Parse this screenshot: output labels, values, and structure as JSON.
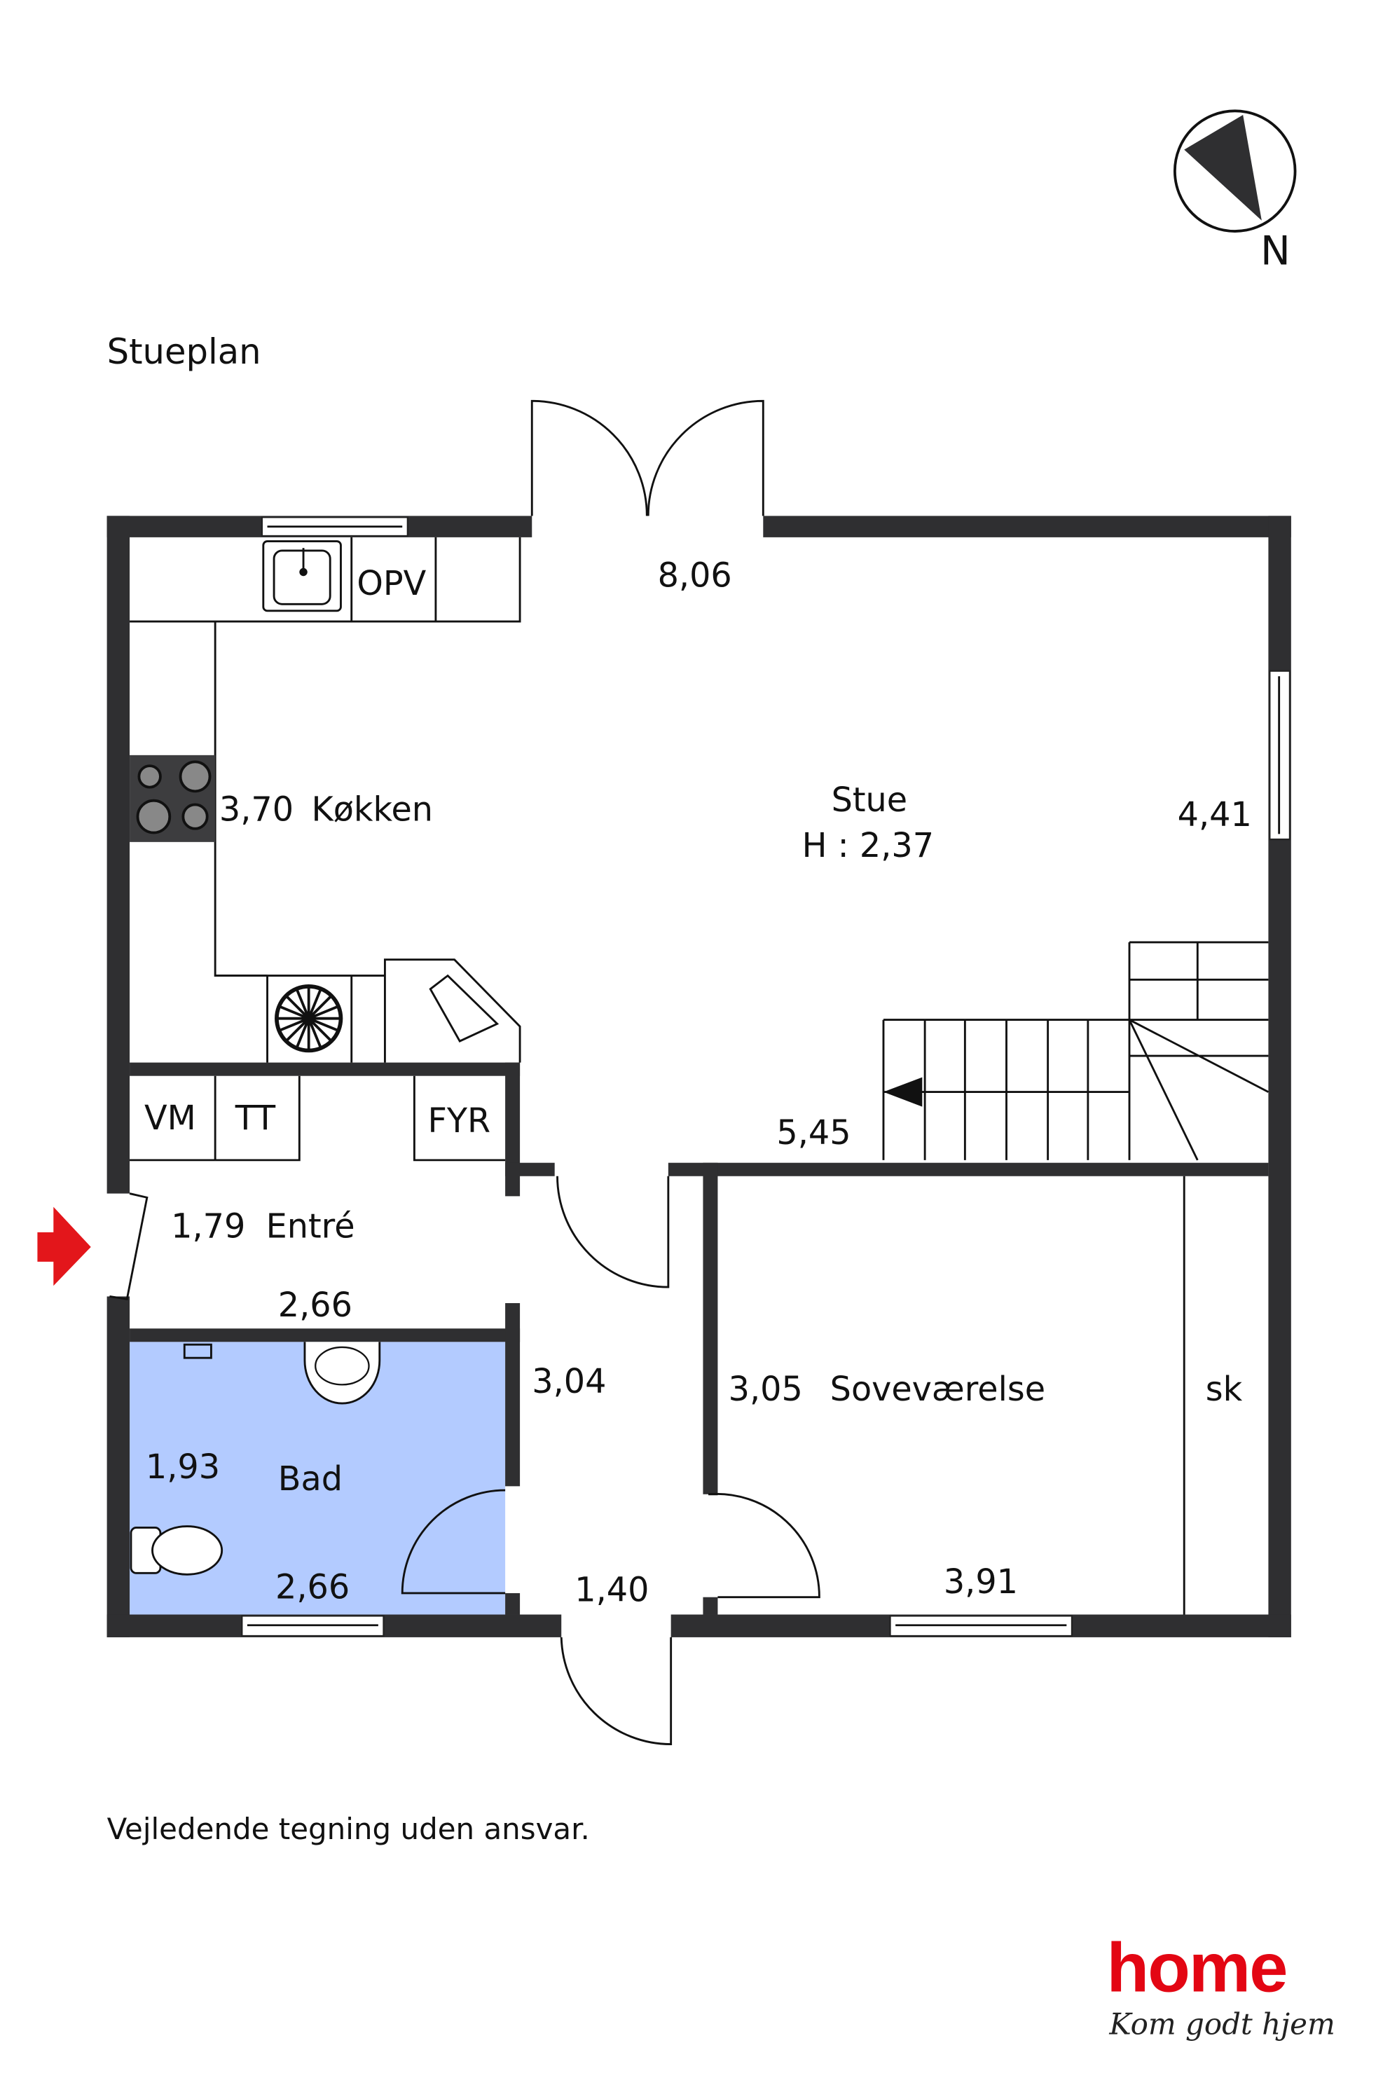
{
  "title": "Stueplan",
  "disclaimer": "Vejledende tegning uden ansvar.",
  "compass": {
    "label": "N"
  },
  "colors": {
    "wall": "#2f2f31",
    "bathroom": "#b3cbff",
    "entry_arrow": "#e3161b",
    "brand": "#e30613"
  },
  "rooms": {
    "kitchen": {
      "name": "Køkken",
      "dim": "3,70",
      "fixtures": {
        "dishwasher": "OPV"
      }
    },
    "living": {
      "name": "Stue",
      "height": "H : 2,37",
      "dim_top": "8,06",
      "dim_right": "4,41",
      "dim_bottom": "5,45"
    },
    "utility": {
      "washer": "VM",
      "dryer": "TT",
      "furnace": "FYR"
    },
    "entry": {
      "name": "Entré",
      "dim_side": "1,79",
      "dim_bottom": "2,66"
    },
    "bath": {
      "name": "Bad",
      "dim_side": "1,93",
      "dim_bottom": "2,66"
    },
    "hall": {
      "dim_side": "3,04",
      "dim_bottom": "1,40"
    },
    "bedroom": {
      "name": "Soveværelse",
      "dim_side": "3,05",
      "dim_bottom": "3,91",
      "closet": "sk"
    }
  },
  "logo": {
    "brand": "home",
    "tagline": "Kom godt hjem"
  }
}
